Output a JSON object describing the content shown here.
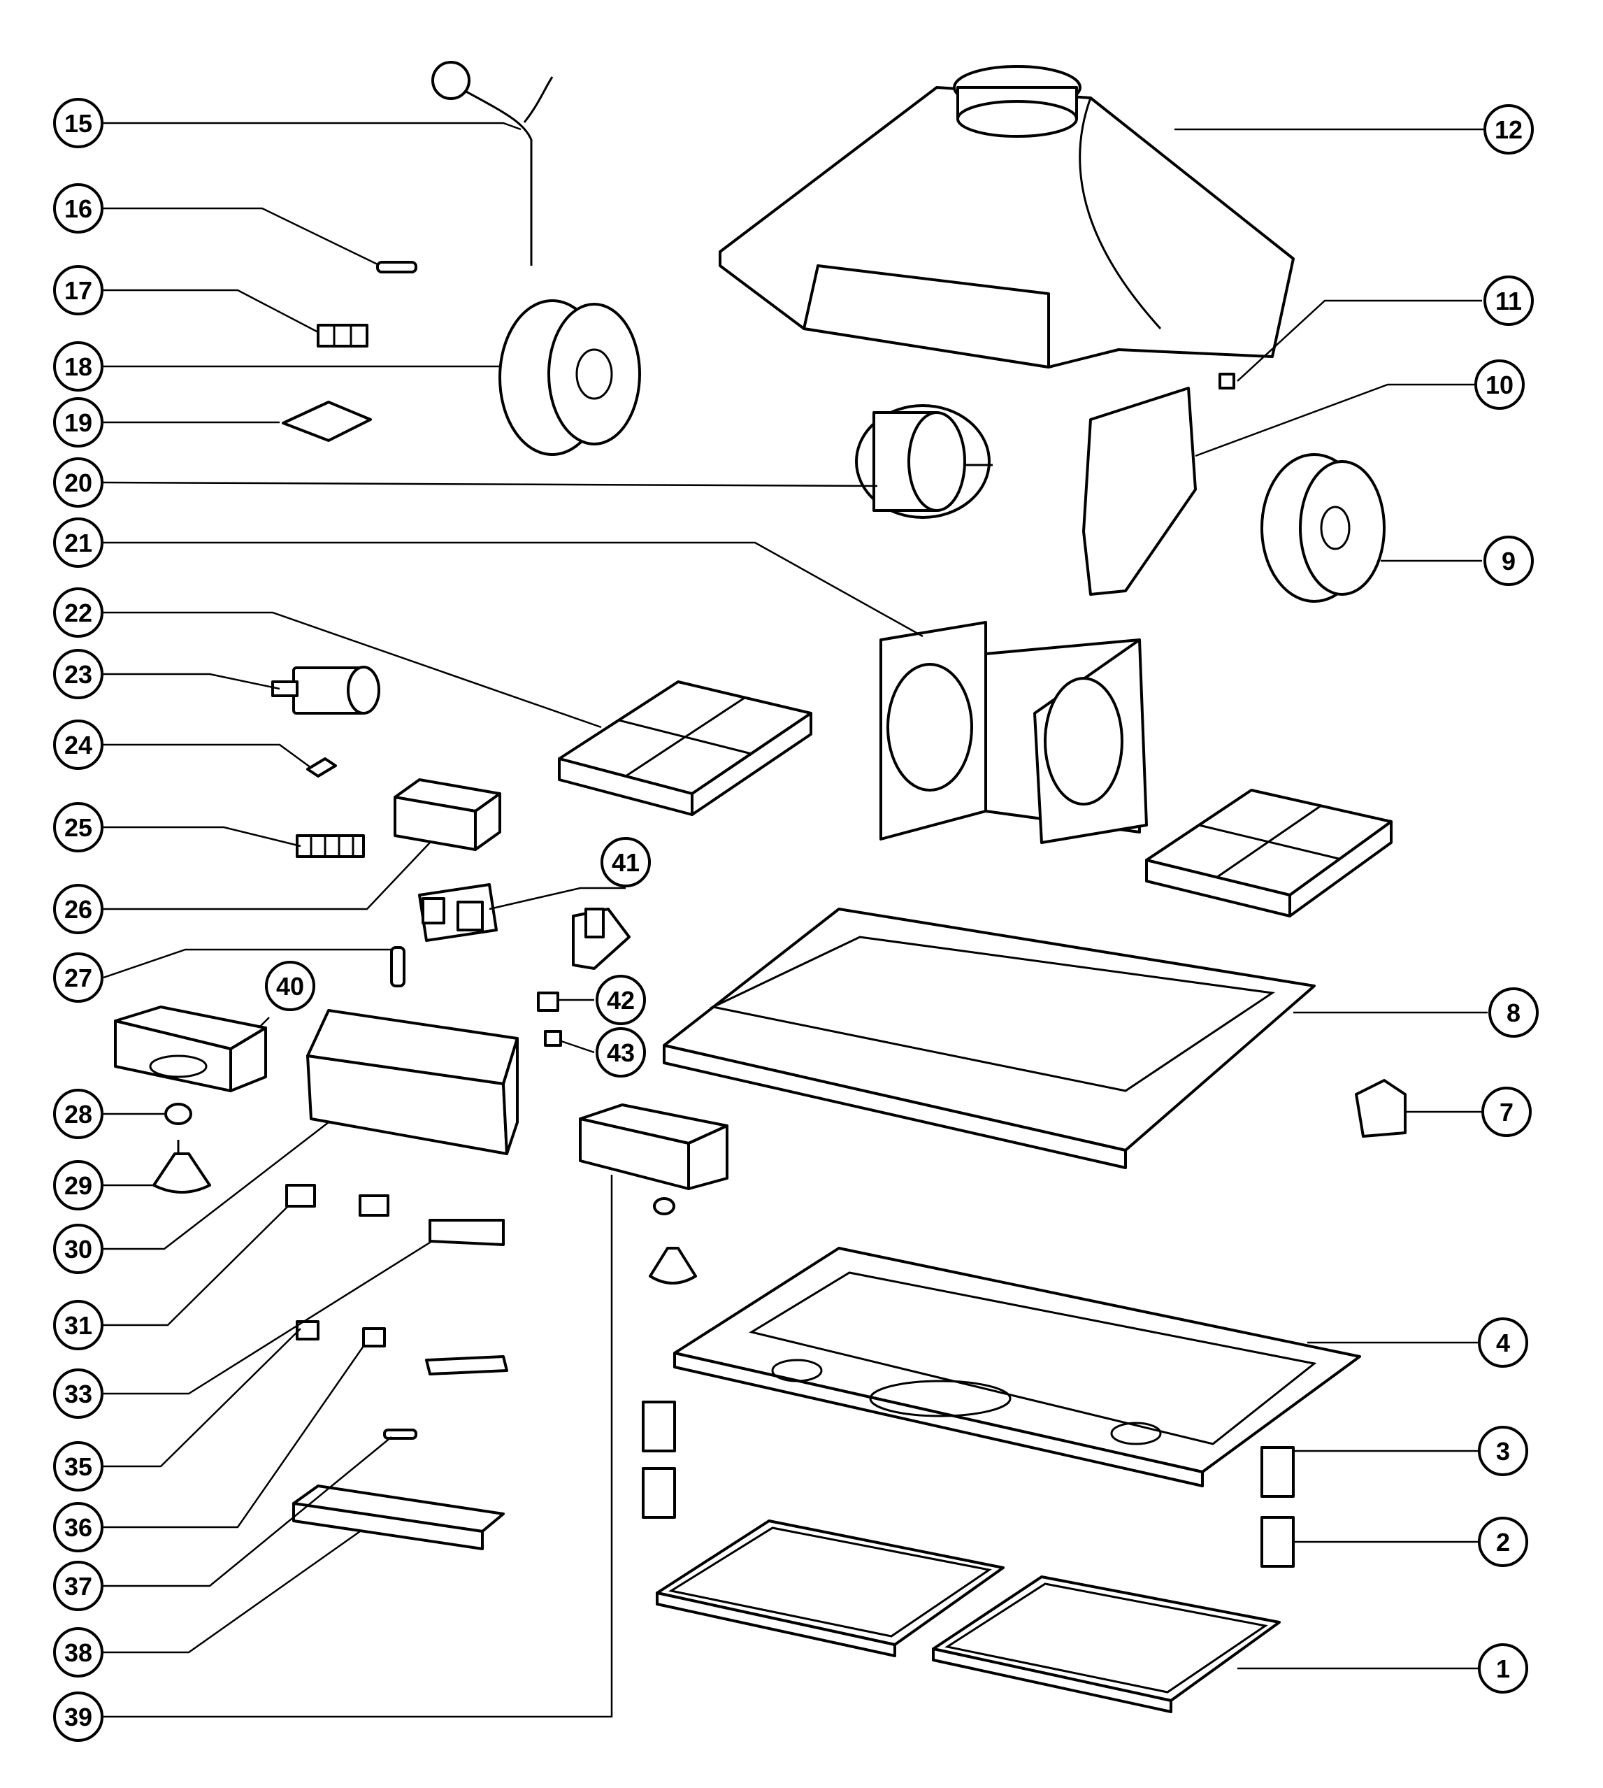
{
  "callouts": {
    "c1": "1",
    "c2": "2",
    "c3": "3",
    "c4": "4",
    "c7": "7",
    "c8": "8",
    "c9": "9",
    "c10": "10",
    "c11": "11",
    "c12": "12",
    "c15": "15",
    "c16": "16",
    "c17": "17",
    "c18": "18",
    "c19": "19",
    "c20": "20",
    "c21": "21",
    "c22": "22",
    "c23": "23",
    "c24": "24",
    "c25": "25",
    "c26": "26",
    "c27": "27",
    "c28": "28",
    "c29": "29",
    "c30": "30",
    "c31": "31",
    "c33": "33",
    "c35": "35",
    "c36": "36",
    "c37": "37",
    "c38": "38",
    "c39": "39",
    "c40": "40",
    "c41": "41",
    "c42": "42",
    "c43": "43"
  },
  "colors": {
    "line": "#000000",
    "background": "#ffffff"
  }
}
